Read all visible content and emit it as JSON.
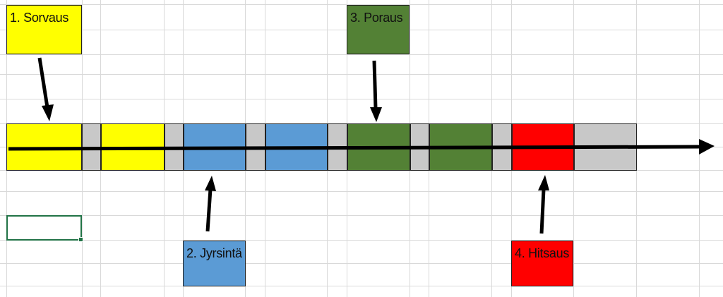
{
  "colors": {
    "turning": "#ffff00",
    "milling": "#5b9bd5",
    "drilling": "#538135",
    "welding": "#ff0000",
    "idle": "#c8c8c8",
    "gridline": "#d9d9d9",
    "arrow": "#000000",
    "selection": "#217346"
  },
  "labels": {
    "step1": "1. Sorvaus",
    "step2": "2. Jyrsintä",
    "step3": "3. Poraus",
    "step4": "4. Hitsaus"
  },
  "timeline": {
    "segments": [
      "turning",
      "idle",
      "turning",
      "idle",
      "milling",
      "idle",
      "milling",
      "idle",
      "drilling",
      "idle",
      "drilling",
      "idle",
      "welding",
      "idle"
    ]
  }
}
